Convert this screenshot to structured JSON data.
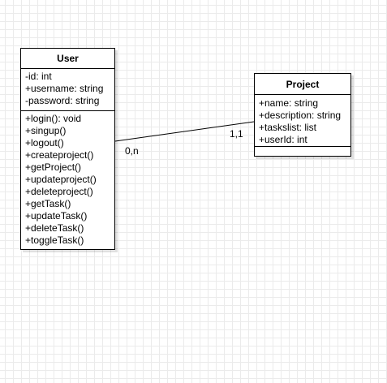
{
  "classes": {
    "user": {
      "name": "User",
      "attributes": [
        "-id: int",
        "+username: string",
        "-password: string"
      ],
      "operations": [
        "+login(): void",
        "+singup()",
        "+logout()",
        "+createproject()",
        "+getProject()",
        "+updateproject()",
        "+deleteproject()",
        "+getTask()",
        "+updateTask()",
        "+deleteTask()",
        "+toggleTask()"
      ]
    },
    "project": {
      "name": "Project",
      "attributes": [
        "+name: string",
        "+description: string",
        "+taskslist: list",
        "+userId: int"
      ],
      "operations": []
    }
  },
  "association": {
    "user_multiplicity": "0,n",
    "project_multiplicity": "1,1"
  },
  "colors": {
    "grid": "#ebebeb",
    "border": "#000000",
    "background": "#ffffff"
  }
}
